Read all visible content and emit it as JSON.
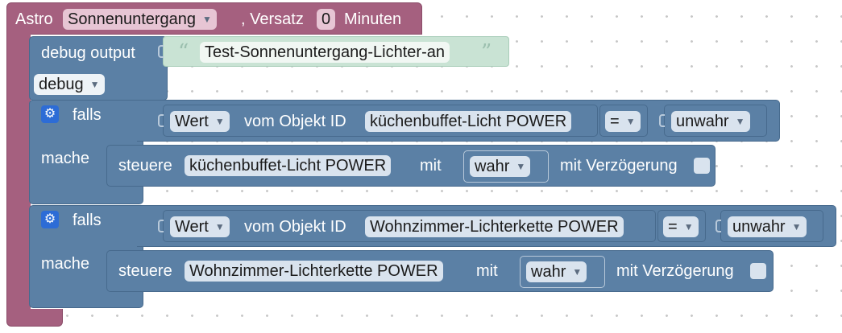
{
  "astro": {
    "label": "Astro",
    "event": "Sonnenuntergang",
    "offset_label": ", Versatz",
    "offset_value": "0",
    "unit": "Minuten"
  },
  "debug_block": {
    "label": "debug output",
    "text": "Test-Sonnenuntergang-Lichter-an",
    "level": "debug"
  },
  "if_blocks": [
    {
      "falls": "falls",
      "mache": "mache",
      "value_label": "Wert",
      "of_object": "vom Objekt ID",
      "object": "küchenbuffet-Licht POWER",
      "operator": "=",
      "compare": "unwahr",
      "steuere": "steuere",
      "target": "küchenbuffet-Licht POWER",
      "mit": "mit",
      "set_value": "wahr",
      "delay_label": "mit Verzögerung"
    },
    {
      "falls": "falls",
      "mache": "mache",
      "value_label": "Wert",
      "of_object": "vom Objekt ID",
      "object": "Wohnzimmer-Lichterkette POWER",
      "operator": "=",
      "compare": "unwahr",
      "steuere": "steuere",
      "target": "Wohnzimmer-Lichterkette POWER",
      "mit": "mit",
      "set_value": "wahr",
      "delay_label": "mit Verzögerung"
    }
  ],
  "icons": {
    "dropdown": "triangle-down",
    "gear": "gear",
    "quote_open": "left-double-quote",
    "quote_close": "right-double-quote"
  },
  "colors": {
    "astro_block": "#a5607f",
    "logic_block": "#5b80a5",
    "text_block": "#c9e3d4",
    "gear": "#2d6cd6"
  }
}
